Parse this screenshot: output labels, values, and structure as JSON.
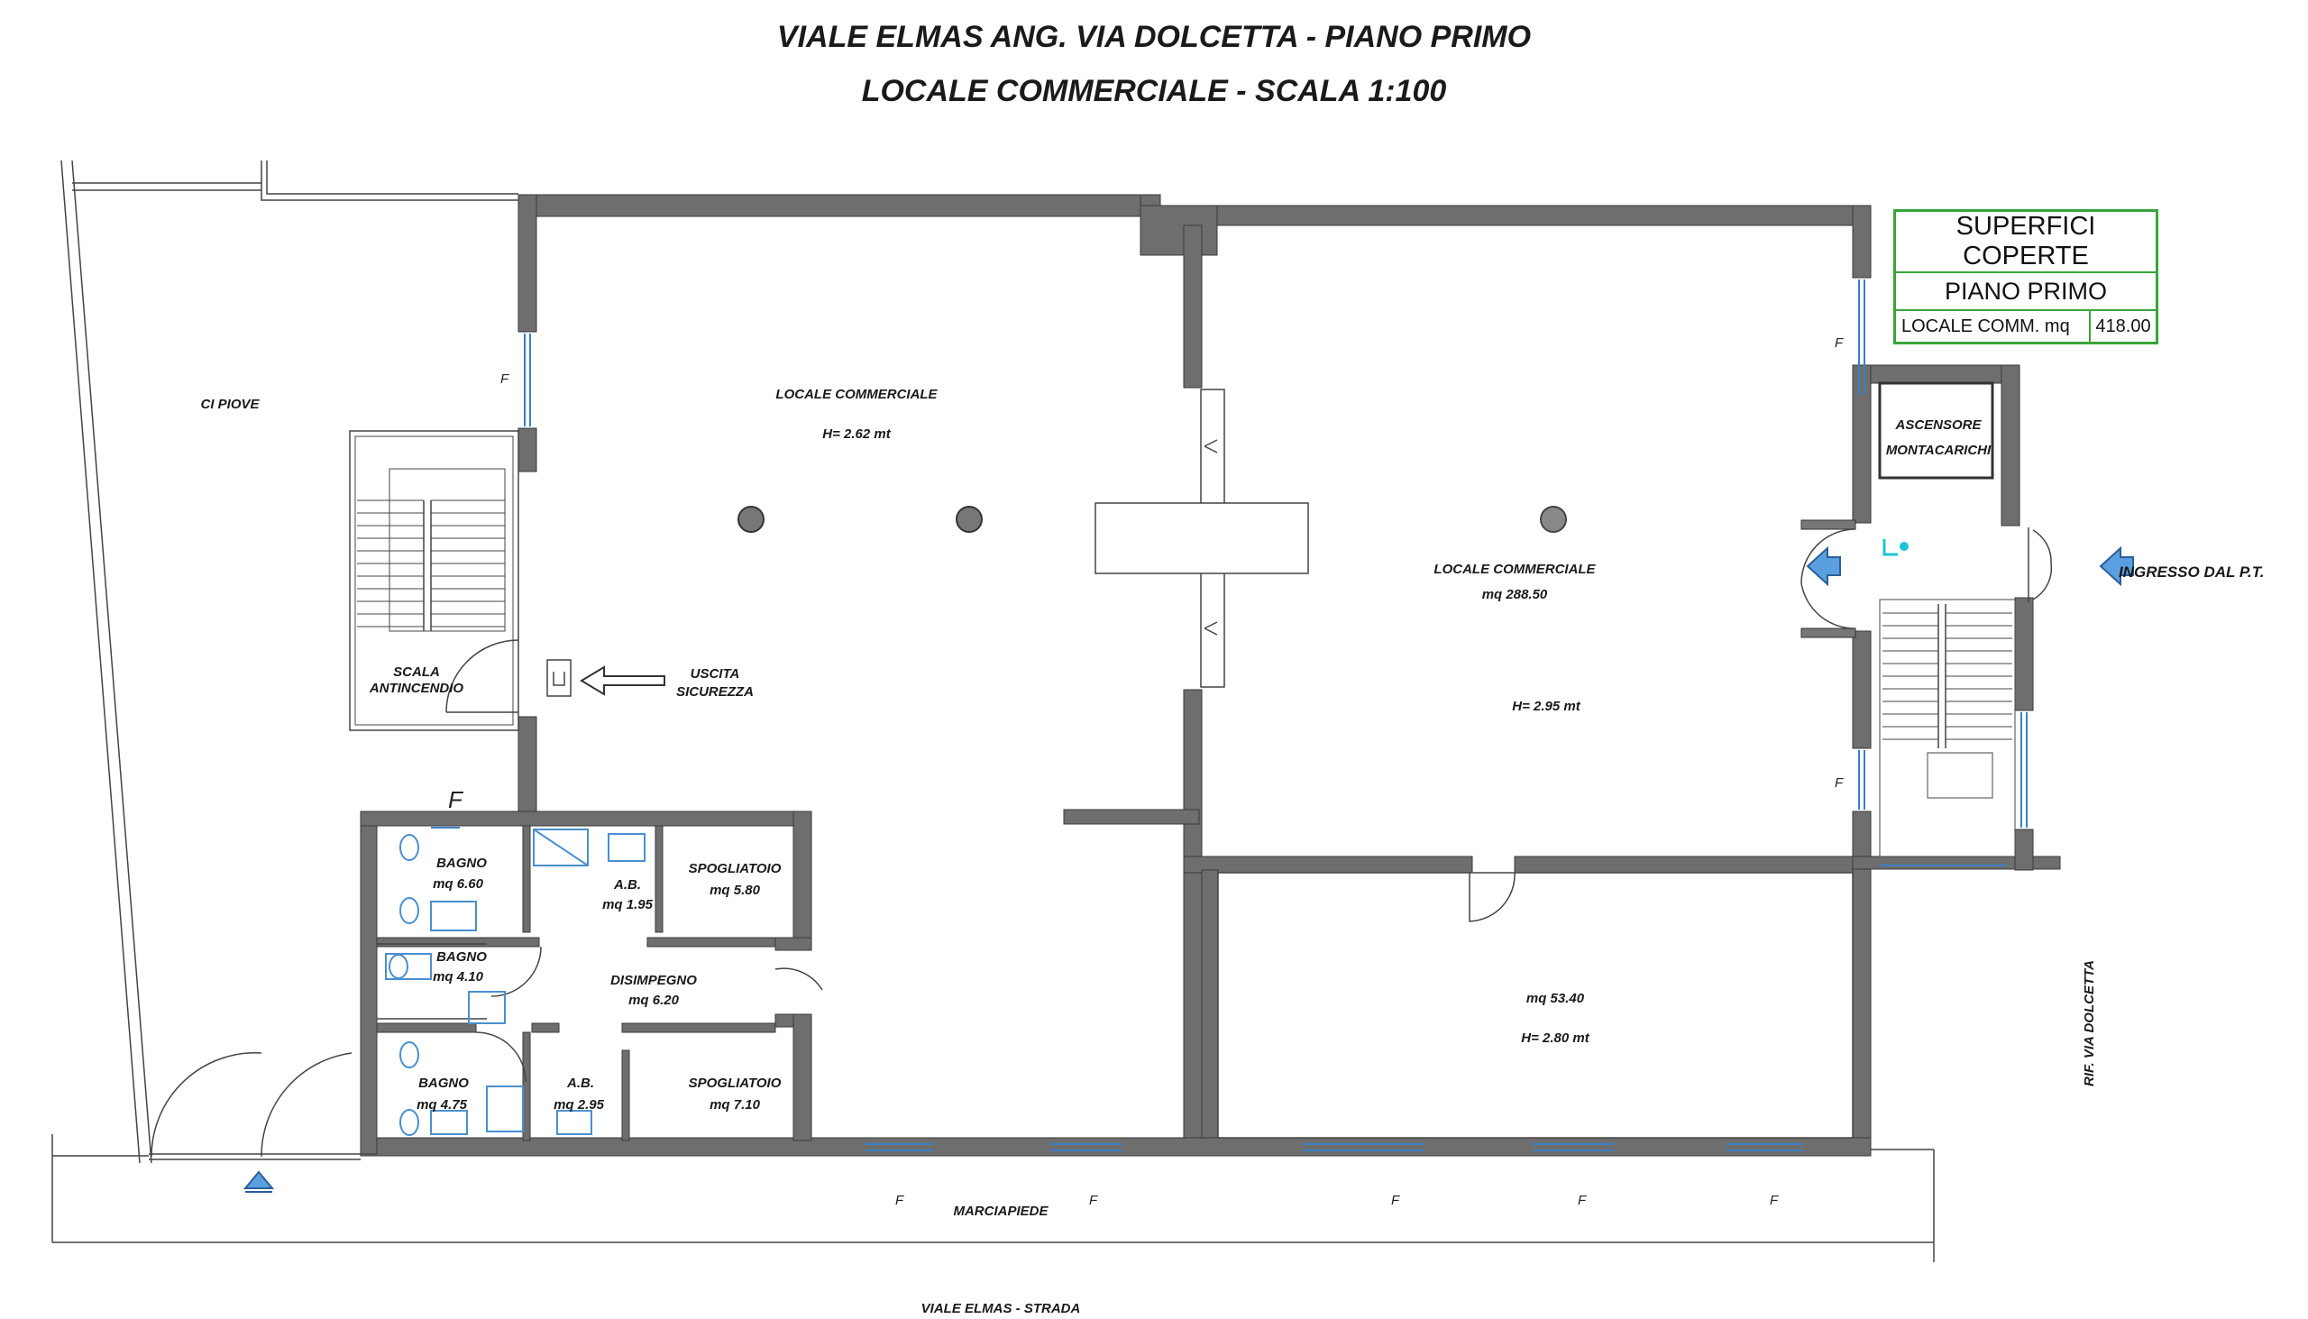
{
  "titles": {
    "line1": "VIALE ELMAS ANG. VIA DOLCETTA - PIANO PRIMO",
    "line2": "LOCALE COMMERCIALE - SCALA 1:100"
  },
  "summary": {
    "title": "SUPERFICI COPERTE",
    "subtitle": "PIANO PRIMO",
    "row_label": "LOCALE COMM.   mq",
    "row_value": "418.00"
  },
  "labels": {
    "ci_piove": "CI PIOVE",
    "locale_left": "LOCALE COMMERCIALE",
    "h_left": "H= 2.62 mt",
    "locale_right": "LOCALE COMMERCIALE",
    "mq_right": "mq 288.50",
    "h_right": "H= 2.95 mt",
    "mq_lower": "mq 53.40",
    "h_lower": "H= 2.80 mt",
    "scala_line1": "SCALA",
    "scala_line2": "ANTINCENDIO",
    "uscita_line1": "USCITA",
    "uscita_line2": "SICUREZZA",
    "ascensore_line1": "ASCENSORE",
    "ascensore_line2": "MONTACARICHI",
    "ingresso": "INGRESSO DAL P.T.",
    "bagno1": "BAGNO",
    "bagno1_mq": "mq 6.60",
    "ab1": "A.B.",
    "ab1_mq": "mq 1.95",
    "spogliatoio1": "SPOGLIATOIO",
    "spogliatoio1_mq": "mq 5.80",
    "bagno2": "BAGNO",
    "bagno2_mq": "mq 4.10",
    "disimpegno": "DISIMPEGNO",
    "disimpegno_mq": "mq 6.20",
    "bagno3": "BAGNO",
    "bagno3_mq": "mq 4.75",
    "ab2": "A.B.",
    "ab2_mq": "mq 2.95",
    "spogliatoio2": "SPOGLIATOIO",
    "spogliatoio2_mq": "mq 7.10",
    "marciapiede": "MARCIAPIEDE",
    "strada": "VIALE  ELMAS  -  STRADA",
    "rif": "RIF. VIA DOLCETTA",
    "f": "F"
  },
  "colors": {
    "wall": "#6e6e6e",
    "summary_border": "#38a53a",
    "arrow_blue": "#5aa0e0",
    "fixture_blue": "#4a8fd0"
  }
}
